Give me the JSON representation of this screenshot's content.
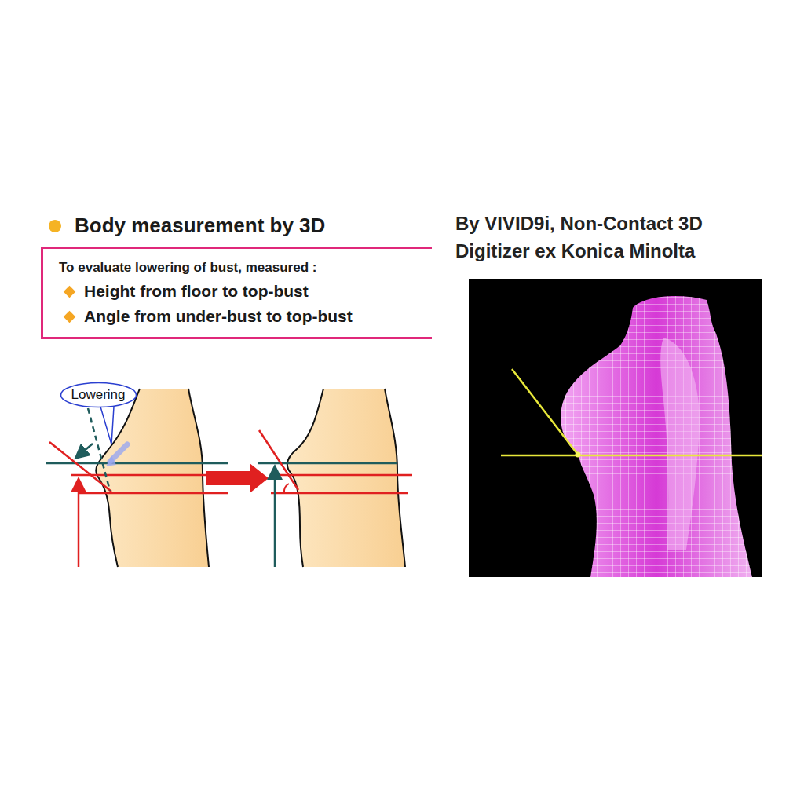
{
  "diagram": {
    "title": "Body measurement by 3D",
    "nodes": [
      {
        "text": [
          "To evaluate lowering of bust, measured :",
          "Height from floor to top-bust",
          "Angle from under-bust to top-bust"
        ]
      },
      {
        "text": [
          "Lowering"
        ]
      }
    ],
    "labels": [
      "By VIVID9i, Non-Contact 3D Digitizer ex Konica Minolta"
    ]
  }
}
